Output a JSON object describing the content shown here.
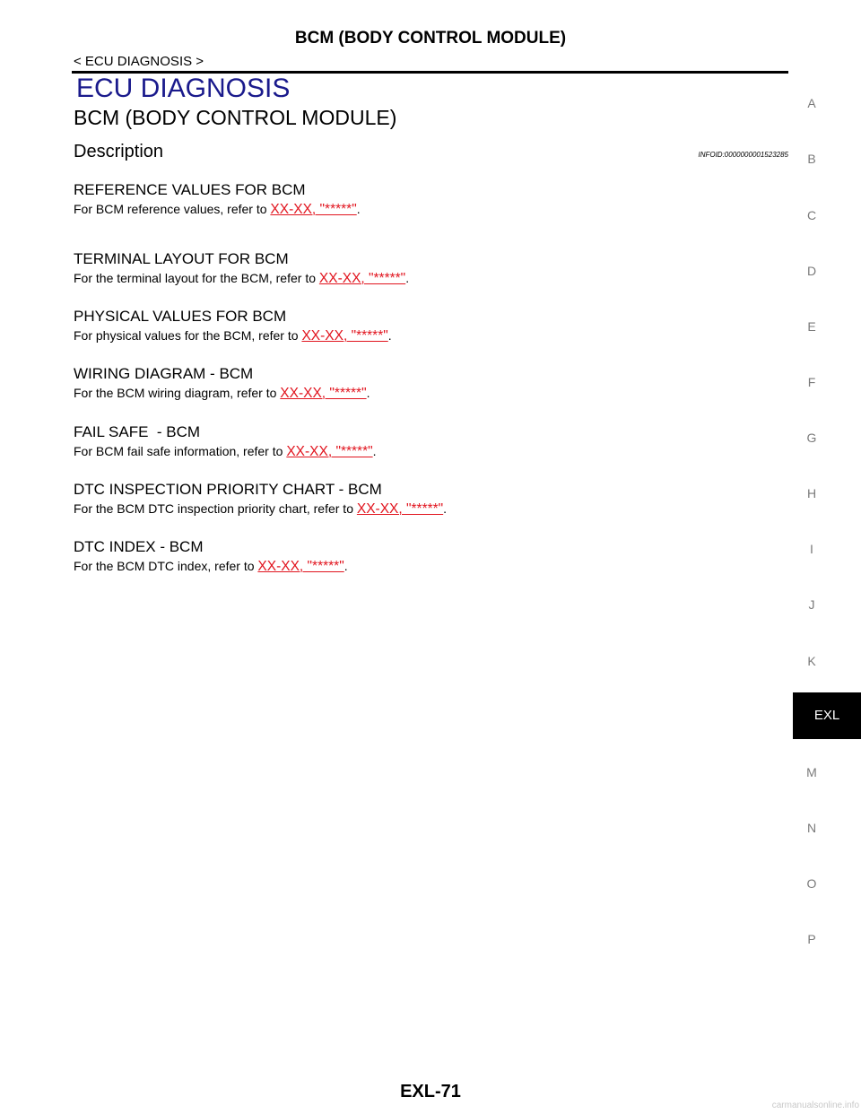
{
  "header": {
    "title": "BCM (BODY CONTROL MODULE)",
    "breadcrumb": "< ECU DIAGNOSIS >"
  },
  "section_title": "ECU DIAGNOSIS",
  "doc_title": "BCM (BODY CONTROL MODULE)",
  "description": {
    "heading": "Description",
    "infoid": "INFOID:0000000001523285"
  },
  "entries": [
    {
      "title": "REFERENCE VALUES FOR BCM",
      "text": "For BCM reference values, refer to ",
      "link": "XX-XX, \"*****\"",
      "end": "."
    },
    {
      "title": "TERMINAL LAYOUT FOR BCM",
      "text": "For the terminal layout for the BCM, refer to ",
      "link": "XX-XX, \"*****\"",
      "end": "."
    },
    {
      "title": "PHYSICAL VALUES FOR BCM",
      "text": "For physical values for the BCM, refer to ",
      "link": "XX-XX, \"*****\"",
      "end": "."
    },
    {
      "title": "WIRING DIAGRAM - BCM",
      "text": "For the BCM wiring diagram, refer to ",
      "link": "XX-XX, \"*****\"",
      "end": "."
    },
    {
      "title": "FAIL SAFE  - BCM",
      "text": "For BCM fail safe information, refer to ",
      "link": "XX-XX, \"*****\"",
      "end": "."
    },
    {
      "title": "DTC INSPECTION PRIORITY CHART - BCM",
      "text": "For the BCM DTC inspection priority chart, refer to ",
      "link": "XX-XX, \"*****\"",
      "end": "."
    },
    {
      "title": "DTC INDEX - BCM",
      "text": "For the BCM DTC index, refer to ",
      "link": "XX-XX, \"*****\"",
      "end": "."
    }
  ],
  "index_letters": [
    "A",
    "B",
    "C",
    "D",
    "E",
    "F",
    "G",
    "H",
    "I",
    "J",
    "K",
    "M",
    "N",
    "O",
    "P"
  ],
  "index_active": "EXL",
  "page_number": "EXL-71",
  "watermark": "carmanualsonline.info",
  "colors": {
    "section_title": "#1a1a8c",
    "link": "#e1141e",
    "index_letter": "#7a7a7a",
    "active_tab_bg": "#000000"
  }
}
